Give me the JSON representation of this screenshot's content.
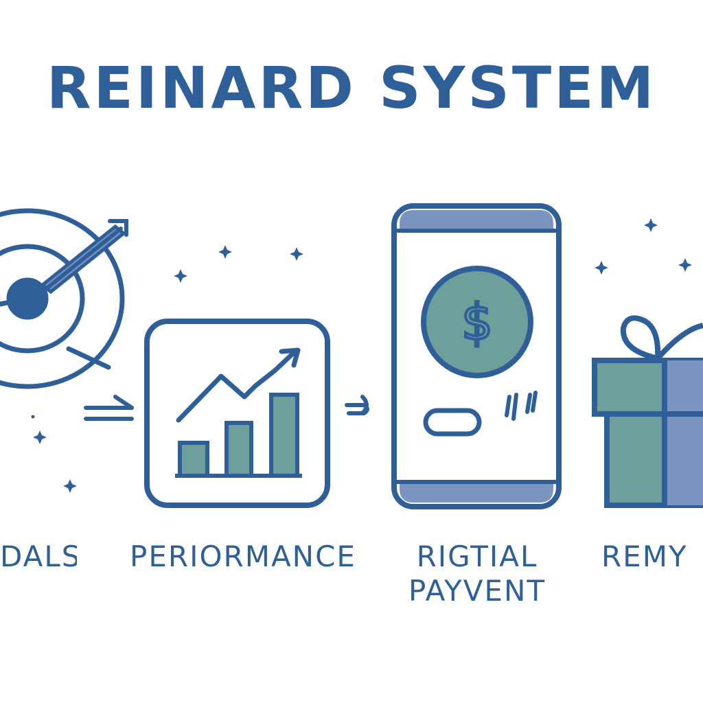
{
  "title": "REINARD SYSTEM",
  "steps": {
    "goals": {
      "label": "DALS",
      "icon": "target-with-arrow-icon"
    },
    "performance": {
      "label": "PERIORMANCE",
      "icon": "growth-chart-icon"
    },
    "payment": {
      "label_line1": "RIGTIAL",
      "label_line2": "PAYVENT",
      "icon": "phone-dollar-icon"
    },
    "reward": {
      "label": "REMY",
      "icon": "gift-box-icon"
    }
  },
  "colors": {
    "primary": "#2f5f98",
    "green_fill": "#6f9f9a",
    "blue_fill": "#7c94c0",
    "background": "#ffffff"
  }
}
